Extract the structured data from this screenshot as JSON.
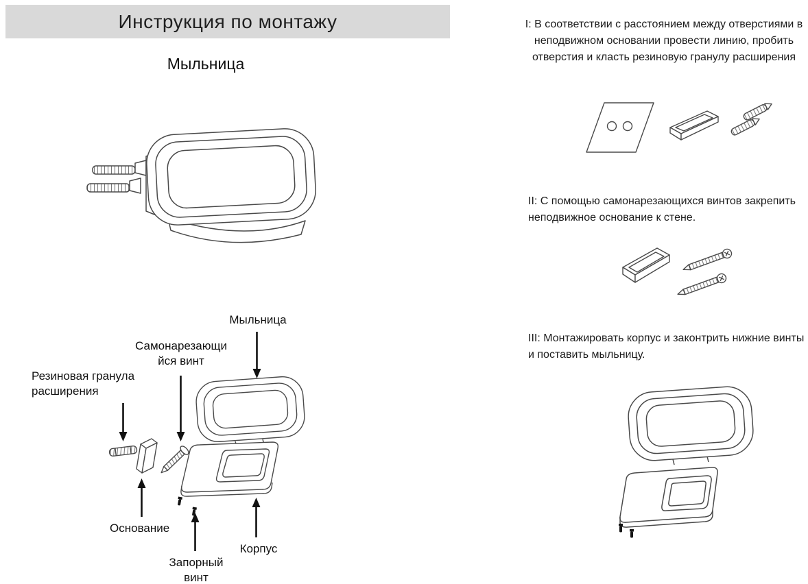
{
  "header": {
    "title": "Инструкция по монтажу"
  },
  "product_name": "Мыльница",
  "exploded_view": {
    "labels": {
      "soap_dish": "Мыльница",
      "tapping_screw": "Самонарезающи\nйся винт",
      "rubber_anchor": "Резиновая гранула\nрасширения",
      "base": "Основание",
      "lock_screw": "Запорный\nвинт",
      "body": "Корпус"
    }
  },
  "steps": [
    {
      "id": "I",
      "text": "I: В соответствии с расстоянием между отверстиями в неподвижном основании провести линию, пробить отверстия и класть резиновую гранулу расширения"
    },
    {
      "id": "II",
      "text": "II: С помощью самонарезающихся винтов закрепить неподвижное основание к стене."
    },
    {
      "id": "III",
      "text": "III: Монтажировать корпус и законтрить нижние винты и поставить мыльницу."
    }
  ],
  "colors": {
    "header_bg": "#d9d9d9",
    "line": "#4a4a4a",
    "arrow": "#111111",
    "text": "#1a1a1a"
  }
}
